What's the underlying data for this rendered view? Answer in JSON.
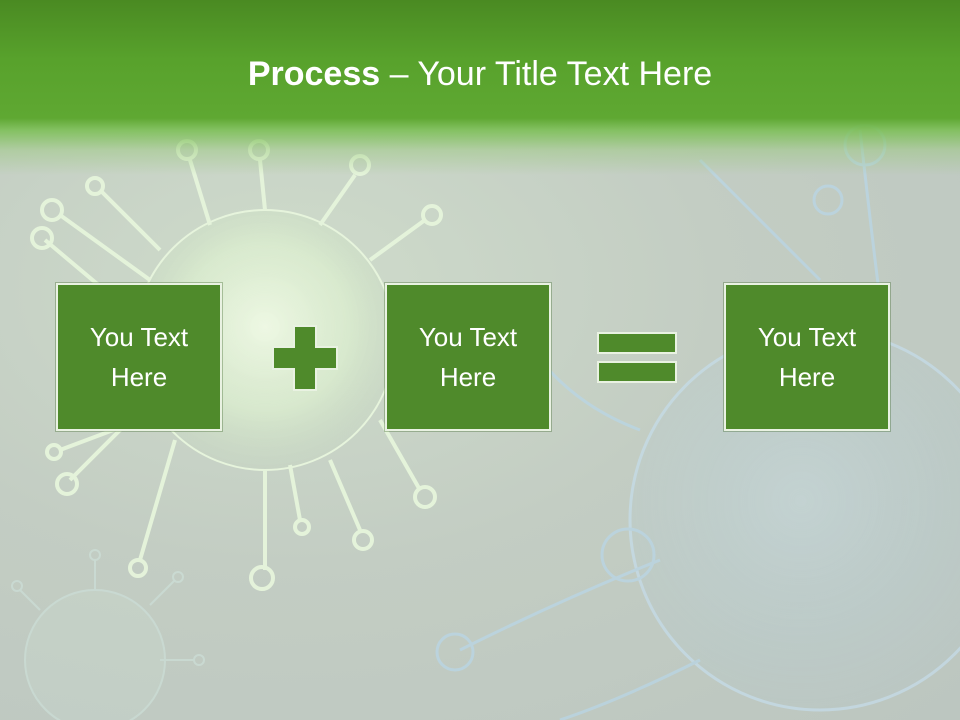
{
  "slide": {
    "title_bold": "Process",
    "title_rest": " – Your Title Text Here"
  },
  "process": {
    "boxes": [
      {
        "text": "You Text Here"
      },
      {
        "text": "You Text Here"
      },
      {
        "text": "You Text Here"
      }
    ],
    "operators": [
      "plus-icon",
      "equals-icon"
    ]
  },
  "colors": {
    "header_green": "#58a22c",
    "box_green": "#4f8a2b",
    "box_border": "#e9f2e2",
    "background": "#c3cdc3"
  }
}
